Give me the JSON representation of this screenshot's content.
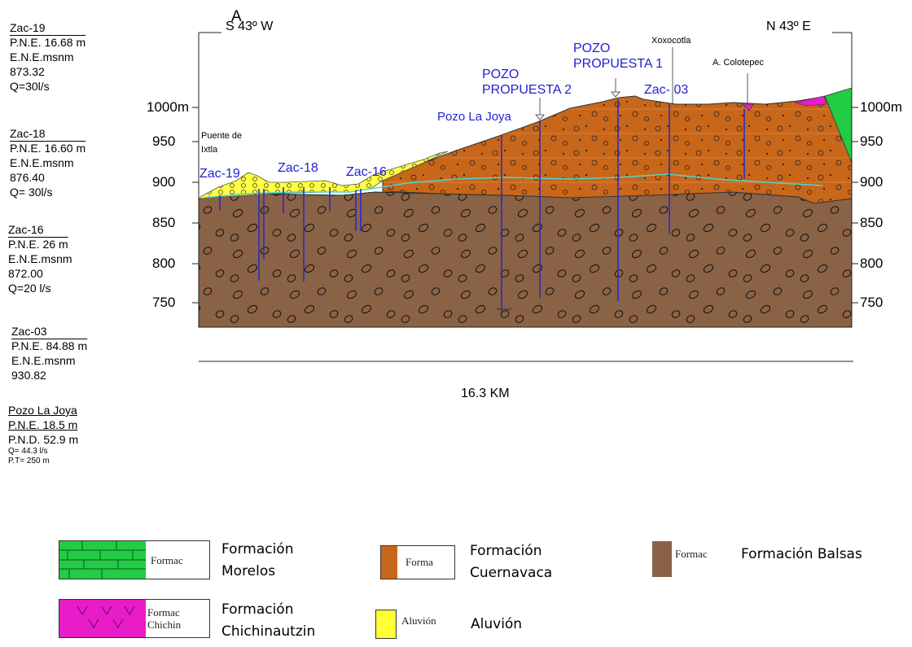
{
  "section": {
    "point_label": "A",
    "dir_left": "S 43º W",
    "dir_right": "N 43º E",
    "scale_label": "16.3 KM"
  },
  "elev_ticks_left": [
    "1000m",
    "950",
    "900",
    "850",
    "800",
    "750"
  ],
  "elev_ticks_right": [
    "1000m",
    "950",
    "900",
    "850",
    "800",
    "750"
  ],
  "well_info": [
    {
      "lines": [
        "Zac-19",
        "P.N.E. 16.68 m",
        "E.N.E.msnm",
        "873.32",
        "Q=30l/s"
      ]
    },
    {
      "lines": [
        "Zac-18",
        "P.N.E. 16.60 m",
        "E.N.E.msnm",
        "876.40",
        "Q= 30l/s"
      ]
    },
    {
      "lines": [
        "Zac-16",
        "P.N.E. 26 m",
        "E.N.E.msnm",
        "872.00",
        "Q=20 l/s"
      ]
    },
    {
      "lines": [
        "Zac-03",
        "P.N.E. 84.88 m",
        "E.N.E.msnm",
        "930.82"
      ]
    },
    {
      "lines": [
        "Pozo La Joya",
        "P.N.E. 18.5 m",
        "P.N.D. 52.9 m",
        "Q= 44.3 l/s",
        "P.T= 250 m"
      ]
    }
  ],
  "profile_labels": {
    "puente": [
      "Puente de",
      "Ixtla"
    ],
    "zac19": "Zac-19",
    "zac18": "Zac-18",
    "zac16": "Zac-16",
    "la_joya": "Pozo La Joya",
    "propuesta2": [
      "POZO",
      "PROPUESTA 2"
    ],
    "propuesta1": [
      "POZO",
      "PROPUESTA 1"
    ],
    "xoxocotla": "Xoxocotla",
    "zac03": "Zac- 03",
    "colotepec": "A. Colotepec"
  },
  "legend": [
    {
      "swatch_label": "Formac",
      "name": [
        "Formación",
        "Morelos"
      ],
      "color": "#2ec84a"
    },
    {
      "swatch_label": "Forma",
      "name": [
        "Formación",
        "Cuernavaca"
      ],
      "color": "#c8661a"
    },
    {
      "swatch_label": "Formac",
      "name": [
        "Formación Balsas"
      ],
      "color": "#8a6246"
    },
    {
      "swatch_label": "Formac Chichin",
      "name": [
        "Formación",
        "Chichinautzin"
      ],
      "color": "#e81cc8"
    },
    {
      "swatch_label": "Aluvión",
      "name": [
        "Aluvión"
      ],
      "color": "#ffff33"
    }
  ],
  "colors": {
    "balsas": "#8a6246",
    "cuernavaca": "#c8661a",
    "aluvion": "#ffff44",
    "morelos": "#22cc44",
    "chichinautzin": "#e81cc8",
    "well_line": "#2a2ac8",
    "water_table": "#4fd6c8"
  }
}
